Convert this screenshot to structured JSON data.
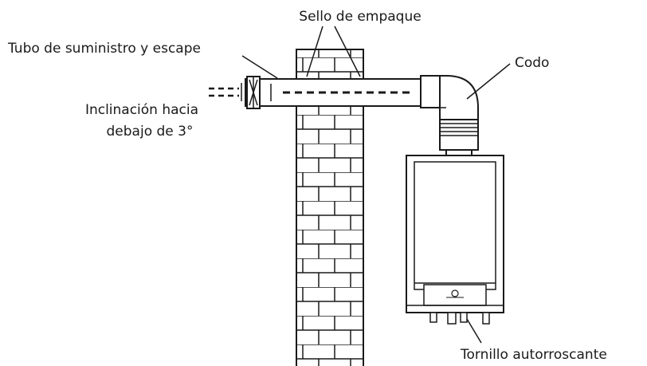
{
  "labels": {
    "seal": "Sello de empaque",
    "pipe": "Tubo de suministro y escape",
    "elbow": "Codo",
    "slope_line1": "Inclinación hacia",
    "slope_line2": "debajo de 3°",
    "screw": "Tornillo autorroscante"
  }
}
